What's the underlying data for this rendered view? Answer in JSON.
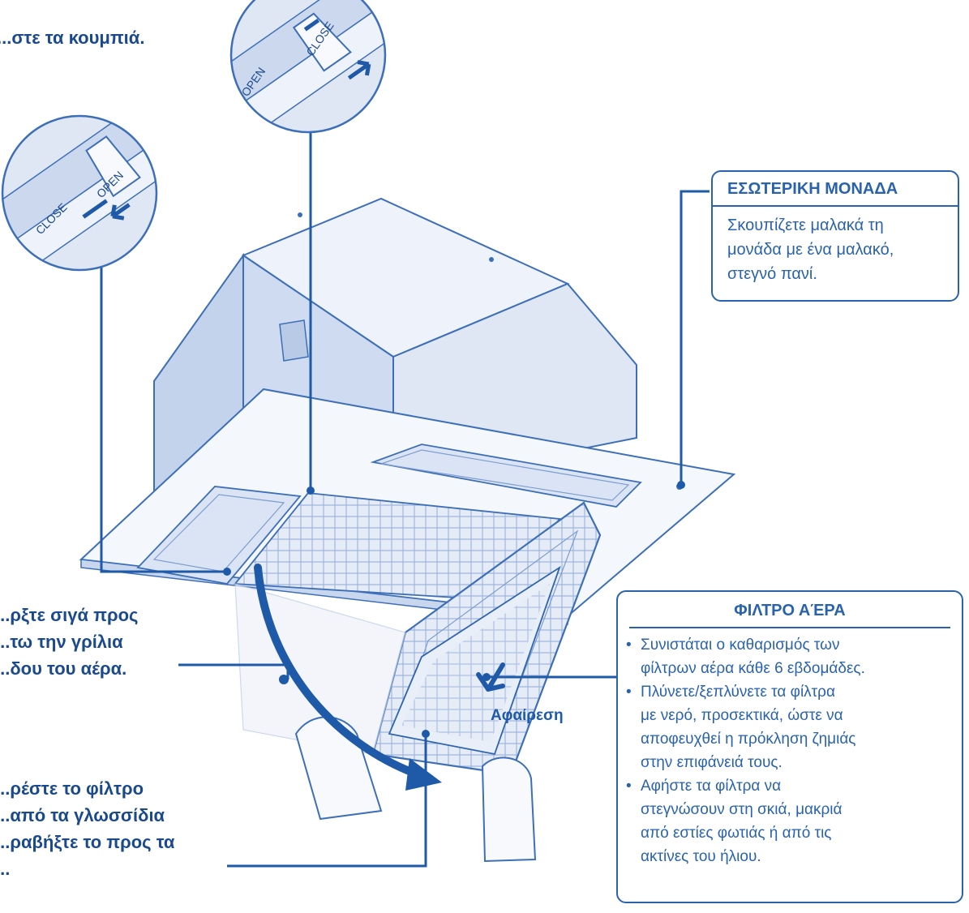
{
  "steps": {
    "step1": "...στε τα κουμπιά.",
    "step2": [
      "...ρξτε σιγά προς",
      "...τω την γρίλια",
      "...δου του αέρα."
    ],
    "step3": [
      "...ρέστε το φίλτρο",
      "...από τα γλωσσίδια",
      "...ραβήξτε το προς τα",
      "..."
    ]
  },
  "switch_labels": {
    "top": {
      "open": "OPEN",
      "close": "CLOSE"
    },
    "left": {
      "open": "OPEN",
      "close": "CLOSE"
    }
  },
  "indoor_unit": {
    "title": "ΕΣΩΤΕΡΙΚΗ ΜΟΝΑΔΑ",
    "lines": [
      "Σκουπίζετε μαλακά τη",
      "μονάδα με ένα μαλακό,",
      "στεγνό πανί."
    ]
  },
  "air_filter": {
    "title": "ΦΙΛΤΡΟ ΑΈΡΑ",
    "bullets": [
      [
        "Συνιστάται ο καθαρισμός των",
        "φίλτρων αέρα κάθε 6 εβδομάδες."
      ],
      [
        "Πλύνετε/ξεπλύνετε τα φίλτρα",
        "με νερό, προσεκτικά, ώστε να",
        "αποφευχθεί η πρόκληση ζημιάς",
        "στην επιφάνειά τους."
      ],
      [
        "Αφήστε τα φίλτρα να",
        "στεγνώσουν στη σκιά, μακριά",
        "από εστίες φωτιάς ή από τις",
        "ακτίνες του ήλιου."
      ]
    ]
  },
  "removal_label": "Αφαίρεση",
  "colors": {
    "ink": "#1a4a8c",
    "box_border": "#2a63ad",
    "unit_fill": "#dfe7f5",
    "outline": "#3d6fb8",
    "arrow": "#1f5aa8"
  }
}
